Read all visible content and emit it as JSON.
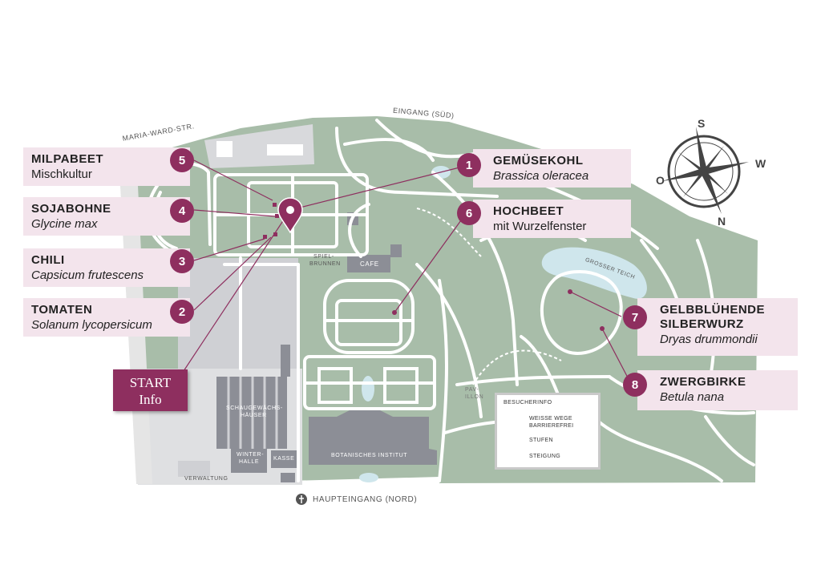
{
  "map": {
    "street": "MARIA-WARD-STR.",
    "entrance_south": "EINGANG (SÜD)",
    "entrance_main": "HAUPTEINGANG (NORD)",
    "places": {
      "cafe": "CAFE",
      "fountain_1": "SPIEL-",
      "fountain_2": "BRUNNEN",
      "greenhouses_1": "SCHAUGEWÄCHS-",
      "greenhouses_2": "HÄUSER",
      "winterhalle_1": "WINTER-",
      "winterhalle_2": "HALLE",
      "kasse": "KASSE",
      "institute": "BOTANISCHES INSTITUT",
      "admin": "VERWALTUNG",
      "pond": "GROSSER TEICH",
      "pavilion_1": "PAV-",
      "pavilion_2": "ILLON"
    },
    "colors": {
      "grass": "#a8bda9",
      "path": "#ffffff",
      "building": "#8c8e96",
      "water": "#cfe6ec",
      "accent": "#8e2f5f",
      "label_bg": "#f3e4ec"
    }
  },
  "compass": {
    "n": "N",
    "s": "S",
    "o": "O",
    "w": "W"
  },
  "start": {
    "line1": "START",
    "line2": "Info"
  },
  "stations": [
    {
      "num": "1",
      "title": "GEMÜSEKOHL",
      "sub": "Brassica oleracea"
    },
    {
      "num": "2",
      "title": "TOMATEN",
      "sub": "Solanum lycopersicum"
    },
    {
      "num": "3",
      "title": "CHILI",
      "sub": "Capsicum frutescens"
    },
    {
      "num": "4",
      "title": "SOJABOHNE",
      "sub": "Glycine max"
    },
    {
      "num": "5",
      "title": "MILPABEET",
      "sub": "Mischkultur"
    },
    {
      "num": "6",
      "title": "HOCHBEET",
      "sub": "mit Wurzelfenster"
    },
    {
      "num": "7",
      "title": "GELBBLÜHENDE",
      "title2": "SILBERWURZ",
      "sub": "Dryas drummondii"
    },
    {
      "num": "8",
      "title": "ZWERGBIRKE",
      "sub": "Betula nana"
    }
  ],
  "legend": {
    "title": "BESUCHERINFO",
    "wheelchair_1": "WEISSE WEGE",
    "wheelchair_2": "BARRIEREFREI",
    "steps": "STUFEN",
    "slope": "STEIGUNG"
  }
}
